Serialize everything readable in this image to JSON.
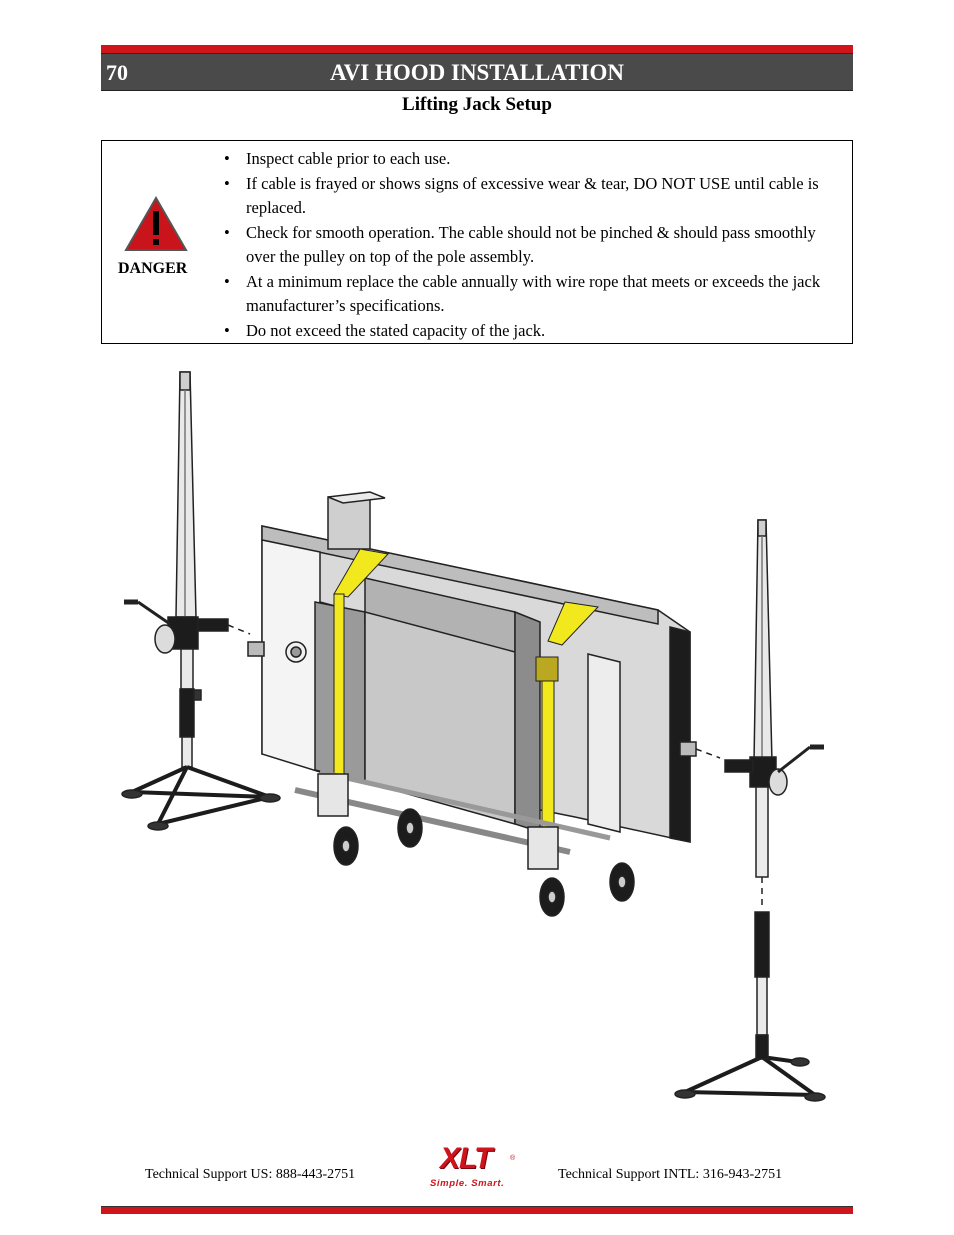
{
  "header": {
    "page_number": "70",
    "title": "AVI HOOD INSTALLATION",
    "subtitle": "Lifting Jack Setup",
    "accent_color": "#d0141c",
    "bar_color": "#4a4a4a"
  },
  "danger": {
    "icon": "warning-triangle-icon",
    "label": "DANGER",
    "items": [
      "Inspect cable prior to each use.",
      "If cable is frayed or shows signs of excessive wear & tear, DO NOT USE until cable is replaced.",
      "Check for smooth operation.  The cable should not be pinched & should pass smoothly over the pulley on top of the pole assembly.",
      "At a minimum replace the cable annually with wire rope that meets or exceeds the jack manufacturer’s specifications.",
      "Do not exceed the stated capacity of the jack."
    ]
  },
  "figure": {
    "strap_color": "#f2e81e"
  },
  "footer": {
    "support_us": "Technical Support  US:  888-443-2751",
    "support_intl": "Technical Support  INTL:  316-943-2751",
    "logo_text": "XLT",
    "logo_tagline": "Simple. Smart."
  }
}
